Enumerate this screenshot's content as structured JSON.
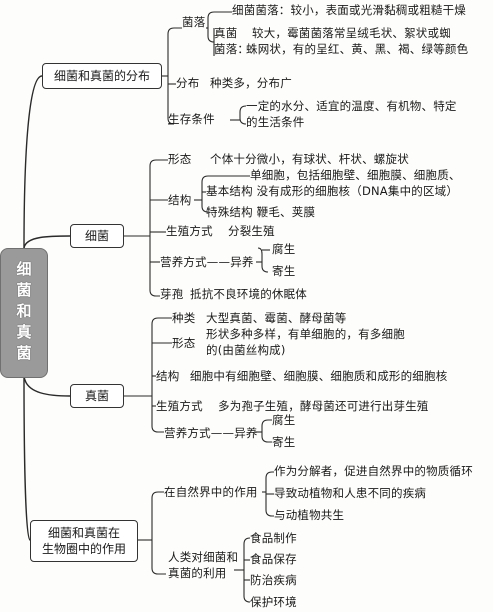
{
  "root": "细菌和真菌",
  "s1": {
    "title": "细菌和真菌的分布",
    "colony": {
      "label": "菌落",
      "bacteria": "细菌菌落：较小，表面或光滑黏稠或粗糙干燥",
      "fungi_label_1": "真菌",
      "fungi_label_2": "菌落：",
      "fungi_line1": "较大，霉菌菌落常呈绒毛状、絮状或蜘",
      "fungi_line2": "蛛网状，有的呈红、黄、黑、褐、绿等颜色"
    },
    "distribution": "分布",
    "distribution_text": "种类多，分布广",
    "conditions": "生存条件",
    "conditions_line1": "一定的水分、适宜的温度、有机物、特定",
    "conditions_line2": "的生活条件"
  },
  "s2": {
    "title": "细菌",
    "shape": "形态",
    "shape_text": "个体十分微小，有球状、杆状、螺旋状",
    "structure": "结构",
    "structure_line1": "单细胞，包括细胞壁、细胞膜、细胞质、",
    "structure_line2": "基本结构  没有成形的细胞核（DNA集中的区域）",
    "structure_special": "特殊结构  鞭毛、荚膜",
    "reproduction": "生殖方式",
    "reproduction_text": "分裂生殖",
    "nutrition": "营养方式——异养",
    "nutrition_a": "腐生",
    "nutrition_b": "寄生",
    "spore": "芽孢",
    "spore_text": "抵抗不良环境的休眠体"
  },
  "s3": {
    "title": "真菌",
    "kind": "种类",
    "kind_text": "大型真菌、霉菌、酵母菌等",
    "shape": "形态",
    "shape_line1": "形状多种多样，有单细胞的，有多细胞",
    "shape_line2": "的(由菌丝构成)",
    "structure": "结构",
    "structure_text": "细胞中有细胞壁、细胞膜、细胞质和成形的细胞核",
    "reproduction": "生殖方式",
    "reproduction_text": "多为孢子生殖，酵母菌还可进行出芽生殖",
    "nutrition": "营养方式——异养",
    "nutrition_a": "腐生",
    "nutrition_b": "寄生"
  },
  "s4": {
    "title_line1": "细菌和真菌在",
    "title_line2": "生物圈中的作用",
    "nature_role": "在自然界中的作用",
    "nature_a_line1": "作为分解者，促进自然界中的物质循环",
    "nature_b": "导致动植物和人患不同的疾病",
    "nature_c": "与动植物共生",
    "human_use_line1": "人类对细菌和",
    "human_use_line2": "真菌的利用",
    "uses": [
      "食品制作",
      "食品保存",
      "防治疾病",
      "保护环境"
    ]
  }
}
